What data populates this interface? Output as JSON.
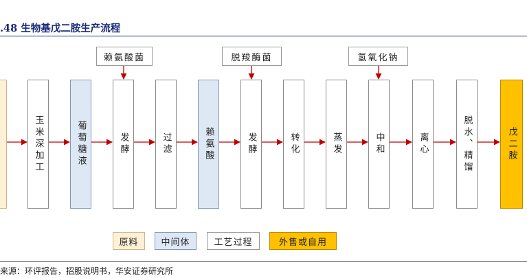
{
  "title": ".48 生物基戊二胺生产流程",
  "steps": [
    {
      "label": "",
      "kind": "raw"
    },
    {
      "label": "玉米深加工",
      "kind": "proc"
    },
    {
      "label": "葡萄糖液",
      "kind": "mid"
    },
    {
      "label": "发酵",
      "kind": "proc"
    },
    {
      "label": "过滤",
      "kind": "proc"
    },
    {
      "label": "赖氨酸",
      "kind": "mid"
    },
    {
      "label": "发酵",
      "kind": "proc"
    },
    {
      "label": "转化",
      "kind": "proc"
    },
    {
      "label": "蒸发",
      "kind": "proc"
    },
    {
      "label": "中和",
      "kind": "proc"
    },
    {
      "label": "离心",
      "kind": "proc"
    },
    {
      "label": "脱水、精馏",
      "kind": "proc"
    },
    {
      "label": "戊二胺",
      "kind": "sale"
    }
  ],
  "inputs": [
    {
      "label": "赖氨酸菌",
      "target_step": 3
    },
    {
      "label": "脱羧酶菌",
      "target_step": 6
    },
    {
      "label": "氢氧化钠",
      "target_step": 9
    }
  ],
  "legend": [
    {
      "label": "原料",
      "kind": "raw"
    },
    {
      "label": "中间体",
      "kind": "mid"
    },
    {
      "label": "工艺过程",
      "kind": "proc"
    },
    {
      "label": "外售或自用",
      "kind": "sale"
    }
  ],
  "source": "来源：环评报告，招股说明书，华安证券研究所",
  "colors": {
    "raw_fill": "#fdf0d5",
    "mid_fill": "#dde8f4",
    "proc_fill": "#ffffff",
    "sale_fill": "#ffc000",
    "arrow": "#c00000",
    "title": "#1a2a78"
  }
}
